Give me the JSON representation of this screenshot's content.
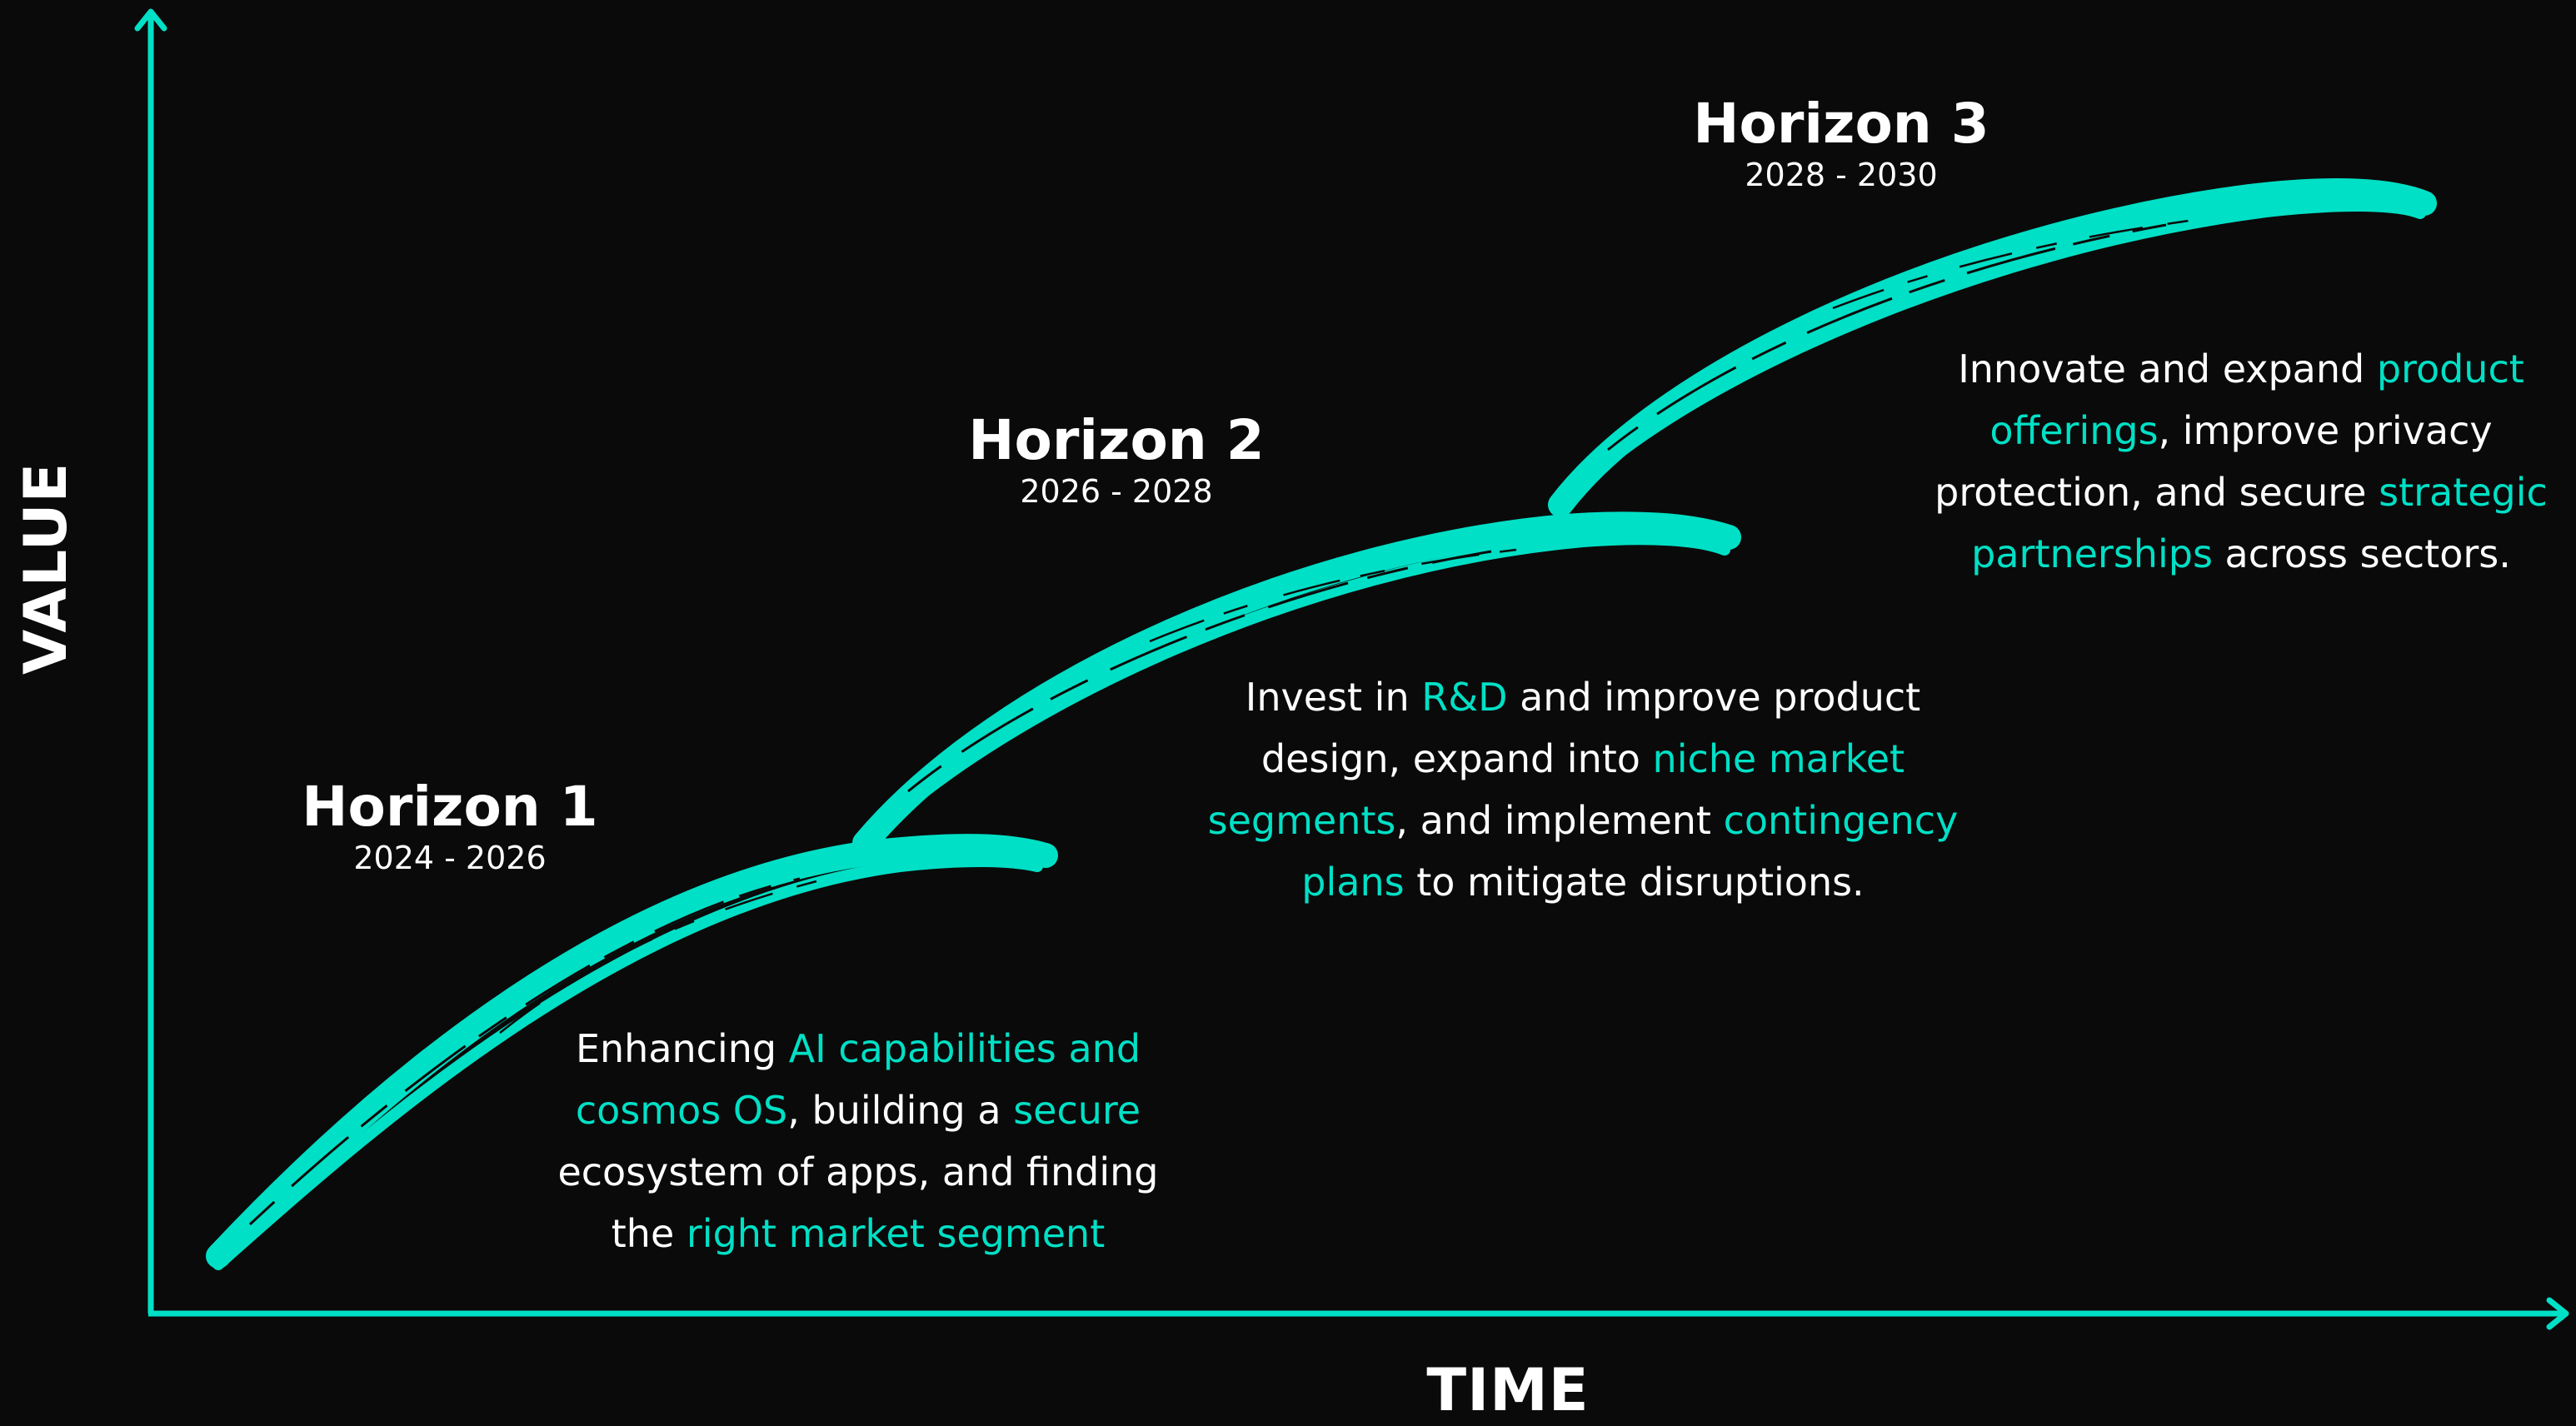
{
  "colors": {
    "background": "#0a0a0a",
    "accent": "#00e0c6",
    "text": "#ffffff"
  },
  "axes": {
    "y_label": "VALUE",
    "x_label": "TIME"
  },
  "horizons": [
    {
      "title": "Horizon 1",
      "years": "2024 - 2026",
      "description_lines": [
        [
          {
            "text": "Enhancing ",
            "hl": false
          },
          {
            "text": "AI capabilities and",
            "hl": true
          }
        ],
        [
          {
            "text": "cosmos OS",
            "hl": true
          },
          {
            "text": ", building a ",
            "hl": false
          },
          {
            "text": "secure",
            "hl": true
          }
        ],
        [
          {
            "text": "ecosystem of apps, and finding",
            "hl": false
          }
        ],
        [
          {
            "text": "the ",
            "hl": false
          },
          {
            "text": "right market segment",
            "hl": true
          }
        ]
      ]
    },
    {
      "title": "Horizon 2",
      "years": "2026 - 2028",
      "description_lines": [
        [
          {
            "text": "Invest in ",
            "hl": false
          },
          {
            "text": "R&D",
            "hl": true
          },
          {
            "text": " and improve product",
            "hl": false
          }
        ],
        [
          {
            "text": "design, expand into ",
            "hl": false
          },
          {
            "text": "niche market",
            "hl": true
          }
        ],
        [
          {
            "text": "segments",
            "hl": true
          },
          {
            "text": ", and implement ",
            "hl": false
          },
          {
            "text": "contingency",
            "hl": true
          }
        ],
        [
          {
            "text": "plans",
            "hl": true
          },
          {
            "text": " to mitigate disruptions.",
            "hl": false
          }
        ]
      ]
    },
    {
      "title": "Horizon 3",
      "years": "2028 - 2030",
      "description_lines": [
        [
          {
            "text": "Innovate and expand ",
            "hl": false
          },
          {
            "text": "product",
            "hl": true
          }
        ],
        [
          {
            "text": "offerings",
            "hl": true
          },
          {
            "text": ", improve privacy",
            "hl": false
          }
        ],
        [
          {
            "text": "protection, and secure ",
            "hl": false
          },
          {
            "text": "strategic",
            "hl": true
          }
        ],
        [
          {
            "text": "partnerships",
            "hl": true
          },
          {
            "text": " across sectors.",
            "hl": false
          }
        ]
      ]
    }
  ]
}
